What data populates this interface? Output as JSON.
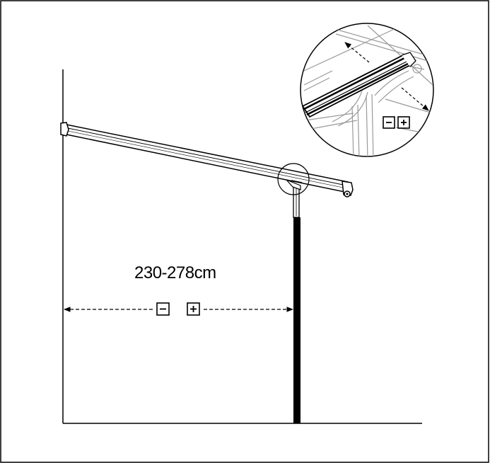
{
  "diagram": {
    "dimension_label": "230-278cm",
    "adjust_minus_symbol": "minus",
    "adjust_plus_symbol": "plus",
    "colors": {
      "line": "#000000",
      "detail_gray": "#9a9a9a",
      "background": "#ffffff"
    },
    "icons": [
      "minus-box-icon",
      "plus-box-icon",
      "arrow-icon"
    ]
  }
}
